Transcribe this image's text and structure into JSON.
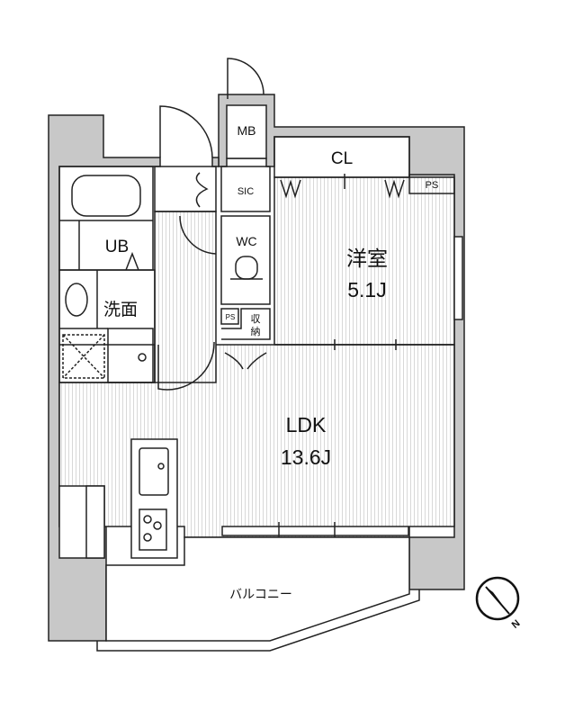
{
  "rooms": {
    "western": {
      "name": "洋室",
      "size": "5.1J"
    },
    "ldk": {
      "name": "LDK",
      "size": "13.6J"
    },
    "closet": "CL",
    "meter_box": "MB",
    "shoe_closet": "SIC",
    "toilet": "WC",
    "bath": "UB",
    "washroom": "洗面",
    "storage_top": "収",
    "storage_bottom": "納",
    "ps_bedroom": "PS",
    "ps_hall": "PS",
    "balcony": "バルコニー"
  },
  "compass": {
    "label": "N"
  },
  "colors": {
    "wall": "#c8c8c8",
    "line": "#222222",
    "floor_stripe": "#d8d8d8"
  }
}
